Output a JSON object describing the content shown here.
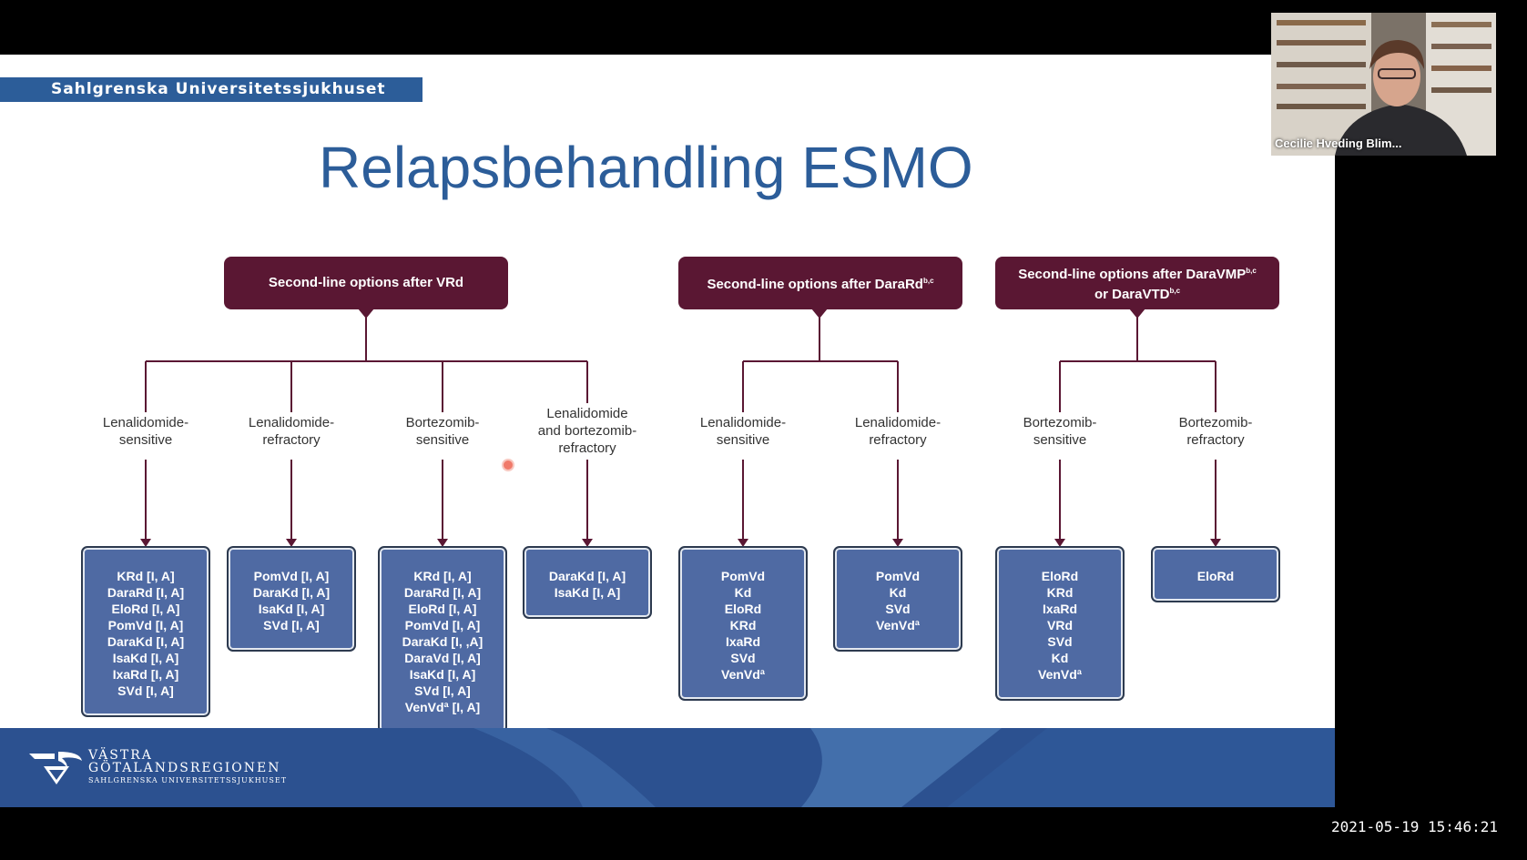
{
  "slide": {
    "org_banner": "Sahlgrenska Universitetssjukhuset",
    "title": "Relapsbehandling ESMO",
    "groups": [
      {
        "header": "Second-line options after VRd",
        "header_sup": "",
        "branches": [
          {
            "label": "Lenalidomide-\nsensitive",
            "regimens": [
              "KRd [I, A]",
              "DaraRd [I, A]",
              "EloRd [I, A]",
              "PomVd [I, A]",
              "DaraKd [I, A]",
              "IsaKd [I, A]",
              "IxaRd [I, A]",
              "SVd [I, A]"
            ]
          },
          {
            "label": "Lenalidomide-\nrefractory",
            "regimens": [
              "PomVd [I, A]",
              "DaraKd [I, A]",
              "IsaKd [I, A]",
              "SVd [I, A]"
            ]
          },
          {
            "label": "Bortezomib-\nsensitive",
            "regimens": [
              "KRd [I, A]",
              "DaraRd [I, A]",
              "EloRd [I, A]",
              "PomVd [I, A]",
              "DaraKd [I, ,A]",
              "DaraVd [I, A]",
              "IsaKd [I, A]",
              "SVd [I, A]",
              "VenVdª [I, A]"
            ]
          },
          {
            "label": "Lenalidomide\nand bortezomib-\nrefractory",
            "regimens": [
              "DaraKd [I, A]",
              "IsaKd [I, A]"
            ]
          }
        ]
      },
      {
        "header": "Second-line options after DaraRd",
        "header_sup": "b,c",
        "branches": [
          {
            "label": "Lenalidomide-\nsensitive",
            "regimens": [
              "PomVd",
              "Kd",
              "EloRd",
              "KRd",
              "IxaRd",
              "SVd",
              "VenVdª"
            ]
          },
          {
            "label": "Lenalidomide-\nrefractory",
            "regimens": [
              "PomVd",
              "Kd",
              "SVd",
              "VenVdª"
            ]
          }
        ]
      },
      {
        "header": "Second-line options after DaraVMP",
        "header_sup": "b,c",
        "header_line2": "or DaraVTD",
        "header_line2_sup": "b,c",
        "branches": [
          {
            "label": "Bortezomib-\nsensitive",
            "regimens": [
              "EloRd",
              "KRd",
              "IxaRd",
              "VRd",
              "SVd",
              "Kd",
              "VenVdª"
            ]
          },
          {
            "label": "Bortezomib-\nrefractory",
            "regimens": [
              "EloRd"
            ]
          }
        ]
      }
    ],
    "footer": {
      "logo_line1": "VÄSTRA",
      "logo_line2": "GÖTALANDSREGIONEN",
      "logo_line3": "SAHLGRENSKA UNIVERSITETSSJUKHUSET"
    }
  },
  "webcam": {
    "participant_name": "Cecilie Hveding Blim..."
  },
  "timestamp": "2021-05-19 15:46:21",
  "colors": {
    "header_fill": "#5a1733",
    "box_fill": "#4f6aa3",
    "title_blue": "#2c5d99",
    "footer_blue": "#2c5190"
  }
}
